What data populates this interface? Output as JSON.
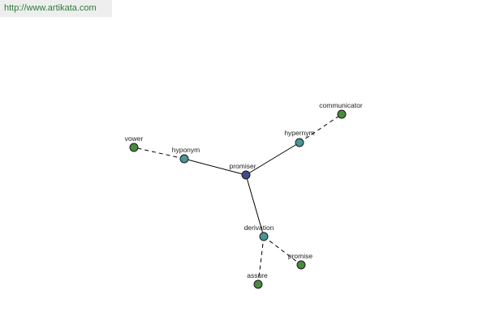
{
  "url": "http://www.artikata.com",
  "colors": {
    "root": "#3f4a8c",
    "relation": "#4b9594",
    "leaf": "#4a8a3e"
  },
  "nodes": [
    {
      "id": "promiser",
      "label": "promiser",
      "kind": "root"
    },
    {
      "id": "hyponym",
      "label": "hyponym",
      "kind": "relation"
    },
    {
      "id": "hypernym",
      "label": "hypernym",
      "kind": "relation"
    },
    {
      "id": "derivation",
      "label": "derivation",
      "kind": "relation"
    },
    {
      "id": "vower",
      "label": "vower",
      "kind": "leaf"
    },
    {
      "id": "communicator",
      "label": "communicator",
      "kind": "leaf"
    },
    {
      "id": "promise",
      "label": "promise",
      "kind": "leaf"
    },
    {
      "id": "assure",
      "label": "assure",
      "kind": "leaf"
    }
  ],
  "edges": [
    {
      "from": "promiser",
      "to": "hyponym",
      "style": "solid"
    },
    {
      "from": "promiser",
      "to": "hypernym",
      "style": "solid"
    },
    {
      "from": "promiser",
      "to": "derivation",
      "style": "solid"
    },
    {
      "from": "hyponym",
      "to": "vower",
      "style": "dashed"
    },
    {
      "from": "hypernym",
      "to": "communicator",
      "style": "dashed"
    },
    {
      "from": "derivation",
      "to": "promise",
      "style": "dashed"
    },
    {
      "from": "derivation",
      "to": "assure",
      "style": "dashed"
    }
  ]
}
